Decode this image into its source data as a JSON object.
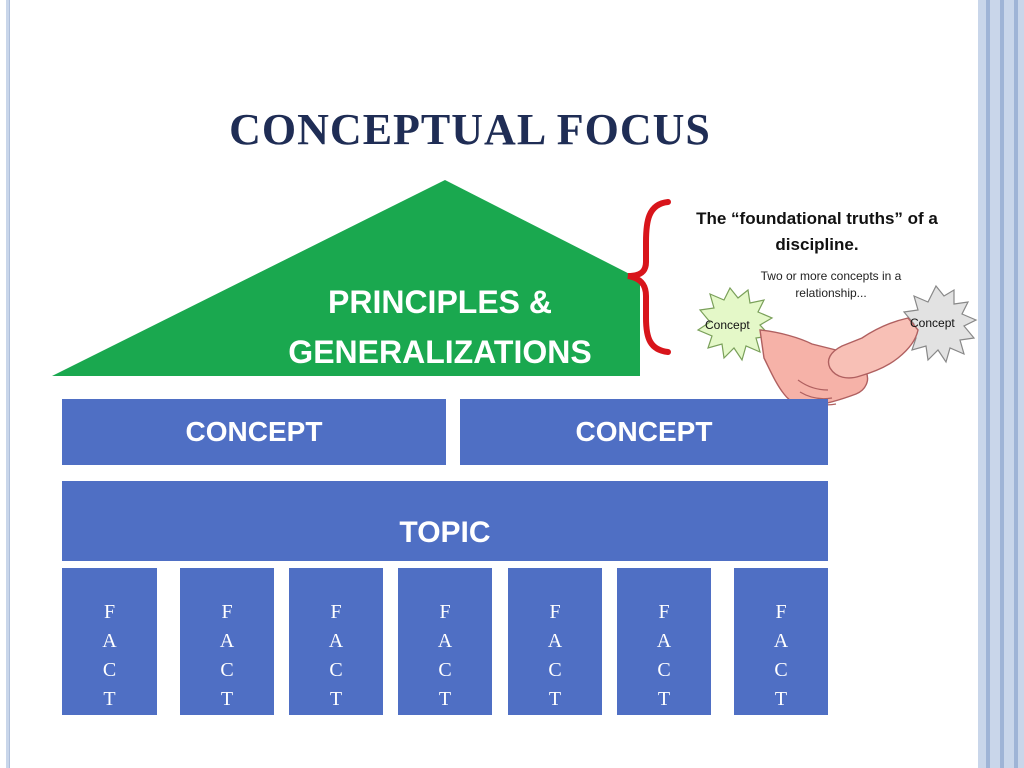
{
  "slide": {
    "title": "CONCEPTUAL FOCUS"
  },
  "diagram": {
    "roof": {
      "line1": "PRINCIPLES &",
      "line2": "GENERALIZATIONS",
      "color": "#1aa84f"
    },
    "concepts": [
      "CONCEPT",
      "CONCEPT"
    ],
    "topic": "TOPIC",
    "facts": [
      [
        "F",
        "A",
        "C",
        "T"
      ],
      [
        "F",
        "A",
        "C",
        "T"
      ],
      [
        "F",
        "A",
        "C",
        "T"
      ],
      [
        "F",
        "A",
        "C",
        "T"
      ],
      [
        "F",
        "A",
        "C",
        "T"
      ],
      [
        "F",
        "A",
        "C",
        "T"
      ],
      [
        "F",
        "A",
        "C",
        "T"
      ]
    ],
    "block_color": "#4f6fc4"
  },
  "callout": {
    "title": "The “foundational truths” of a discipline.",
    "subtitle": "Two or more concepts in a relationship...",
    "left_star": "Concept",
    "right_star": "Concept",
    "brace_color": "#d8151b"
  }
}
